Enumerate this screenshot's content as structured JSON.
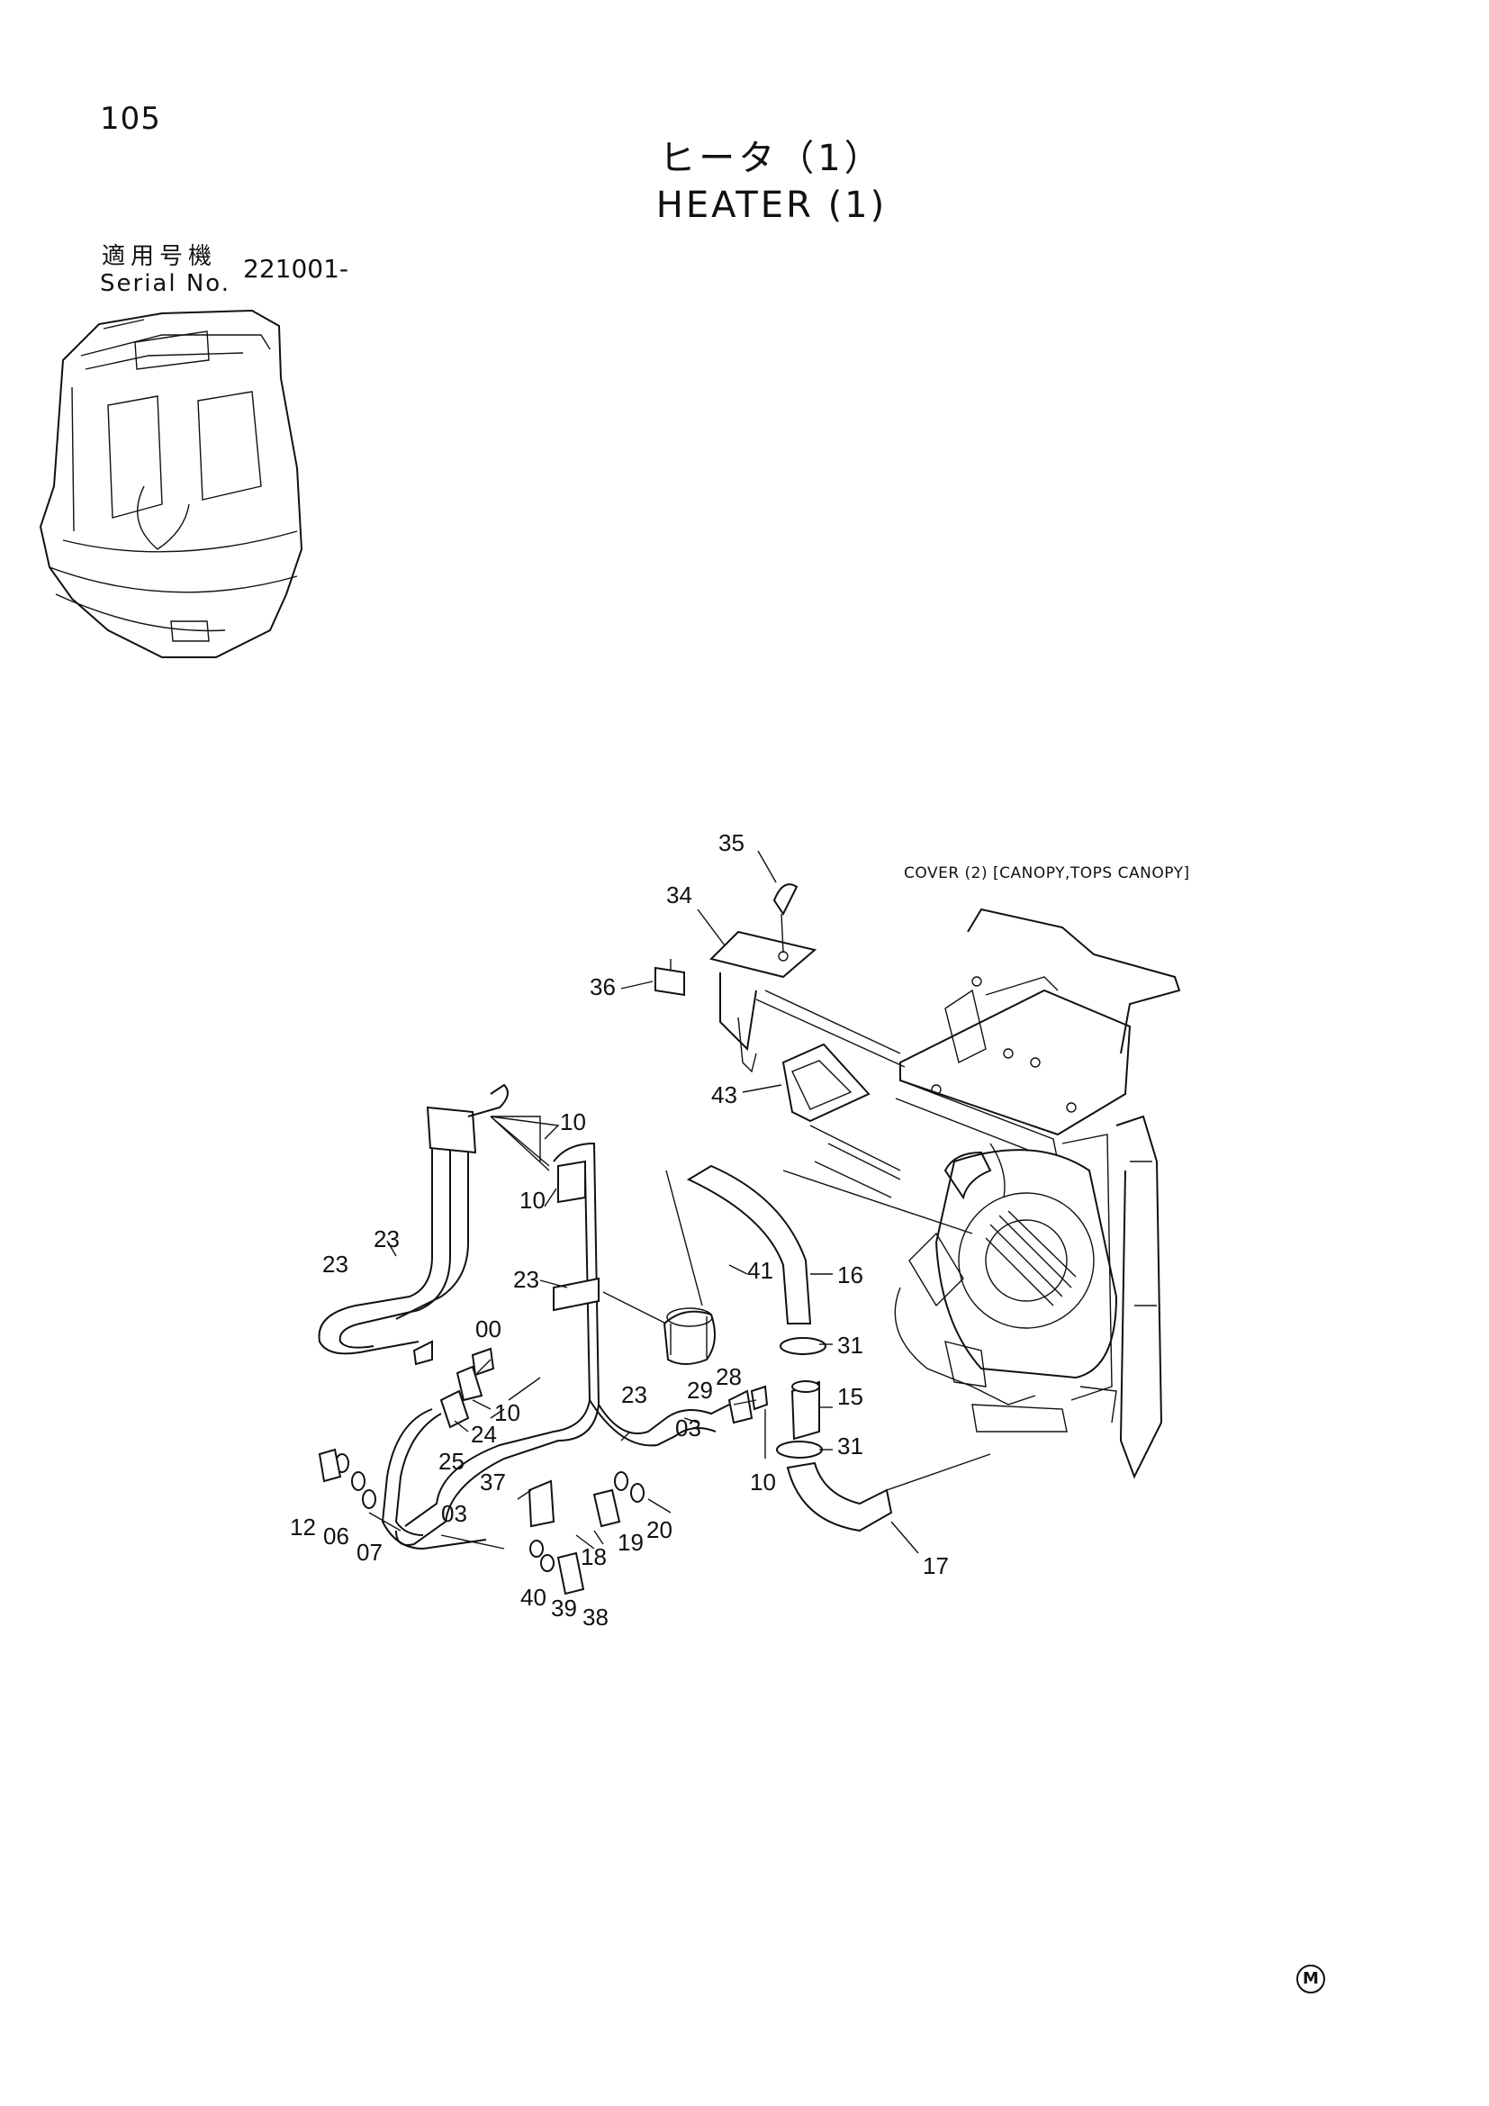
{
  "header": {
    "page_number": "105",
    "title_jp": "ヒータ（1）",
    "title_en": "HEATER (1)",
    "serial_label_jp": "適用号機",
    "serial_label_en": "Serial No.",
    "serial_value": "221001-"
  },
  "diagram": {
    "cover_reference": "COVER (2) [CANOPY,TOPS CANOPY]",
    "footer_mark": "M",
    "callouts": {
      "c35": "35",
      "c34": "34",
      "c36": "36",
      "c43": "43",
      "c10a": "10",
      "c10b": "10",
      "c23a": "23",
      "c23b": "23",
      "c23c": "23",
      "c41": "41",
      "c16": "16",
      "c00": "00",
      "c10c": "10",
      "c24": "24",
      "c25": "25",
      "c31a": "31",
      "c29": "29",
      "c28": "28",
      "c15": "15",
      "c23d": "23",
      "c03a": "03",
      "c31b": "31",
      "c10d": "10",
      "c37": "37",
      "c12": "12",
      "c06": "06",
      "c07": "07",
      "c03b": "03",
      "c18": "18",
      "c19": "19",
      "c20": "20",
      "c17": "17",
      "c40": "40",
      "c39": "39",
      "c38": "38"
    }
  }
}
